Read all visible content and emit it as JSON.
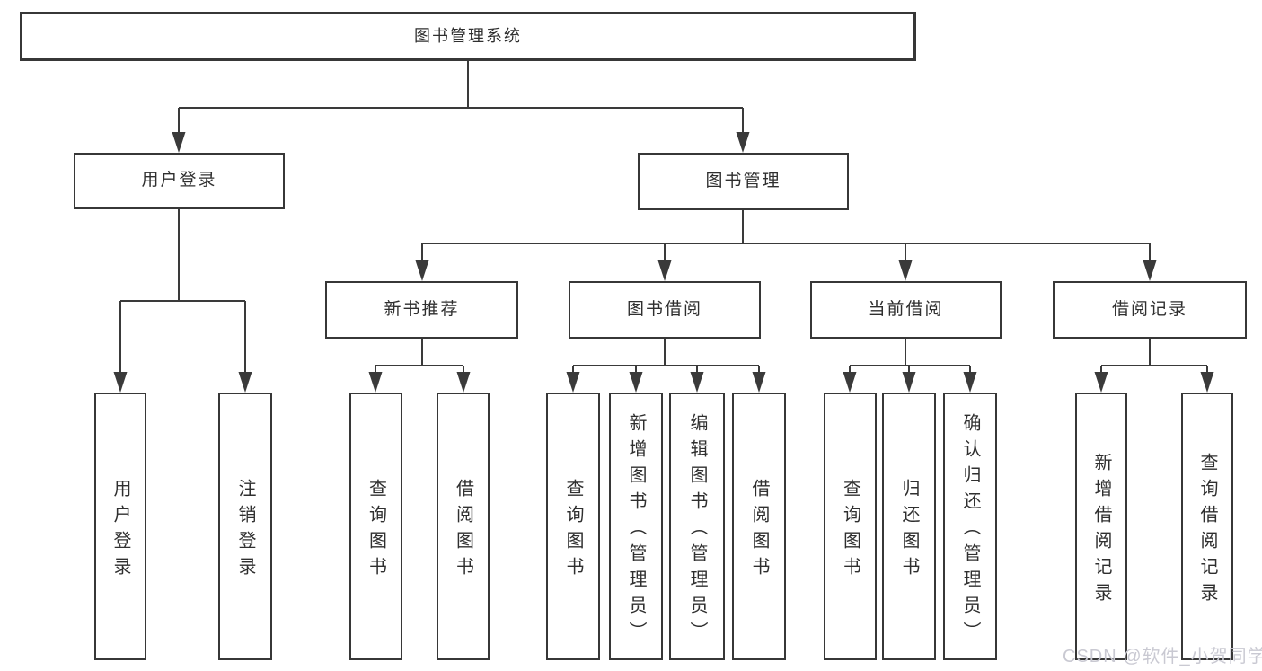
{
  "diagram": {
    "root": {
      "label": "图书管理系统"
    },
    "level2": [
      {
        "label": "用户登录"
      },
      {
        "label": "图书管理"
      }
    ],
    "level3": [
      {
        "label": "新书推荐"
      },
      {
        "label": "图书借阅"
      },
      {
        "label": "当前借阅"
      },
      {
        "label": "借阅记录"
      }
    ],
    "leaves": {
      "login": [
        {
          "label": "用户登录"
        },
        {
          "label": "注销登录"
        }
      ],
      "recommend": [
        {
          "label": "查询图书"
        },
        {
          "label": "借阅图书"
        }
      ],
      "borrow": [
        {
          "label": "查询图书"
        },
        {
          "label": "新增图书（管理员）"
        },
        {
          "label": "编辑图书（管理员）"
        },
        {
          "label": "借阅图书"
        }
      ],
      "current": [
        {
          "label": "查询图书"
        },
        {
          "label": "归还图书"
        },
        {
          "label": "确认归还（管理员）"
        }
      ],
      "records": [
        {
          "label": "新增借阅记录"
        },
        {
          "label": "查询借阅记录"
        }
      ]
    }
  },
  "watermark": {
    "text": "CSDN @软件_小贺同学"
  },
  "colors": {
    "line": "#3a3a3a",
    "border": "#373737",
    "text": "#2f2f2f",
    "watermark": "#c9c9d2",
    "background": "#ffffff"
  }
}
